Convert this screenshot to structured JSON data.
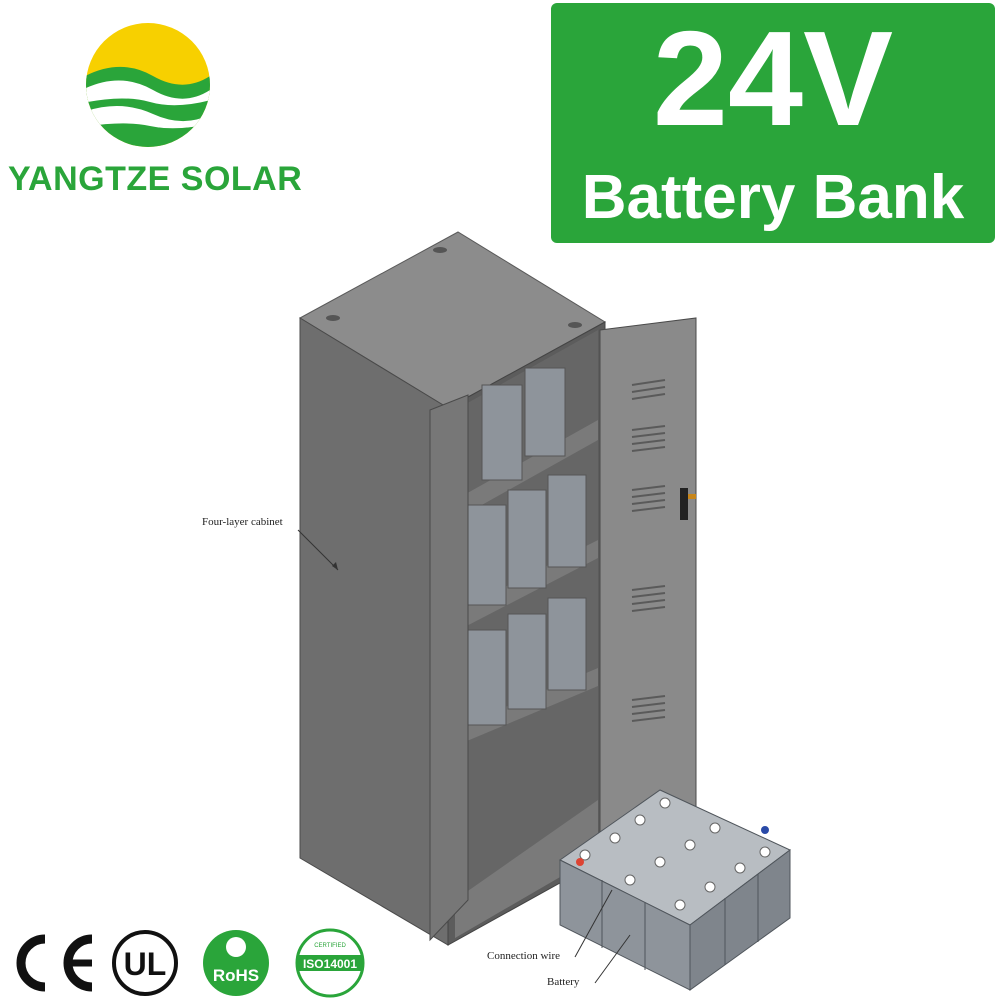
{
  "brand": {
    "name": "YANGTZE SOLAR",
    "sun_color": "#f7d000",
    "wave_color": "#2aa53a"
  },
  "banner": {
    "voltage": "24V",
    "subtitle": "Battery Bank",
    "background": "#2aa53a"
  },
  "callouts": {
    "cabinet": "Four-layer cabinet",
    "wire": "Connection wire",
    "battery": "Battery"
  },
  "certifications": {
    "ce": "CE",
    "ul": "UL",
    "rohs": "RoHS",
    "iso_top": "CERTIFIED",
    "iso": "ISO14001"
  },
  "colors": {
    "cabinet_side": "#6e6e6e",
    "cabinet_top": "#8c8c8c",
    "cabinet_inner": "#555555",
    "battery": "#8e949b"
  }
}
